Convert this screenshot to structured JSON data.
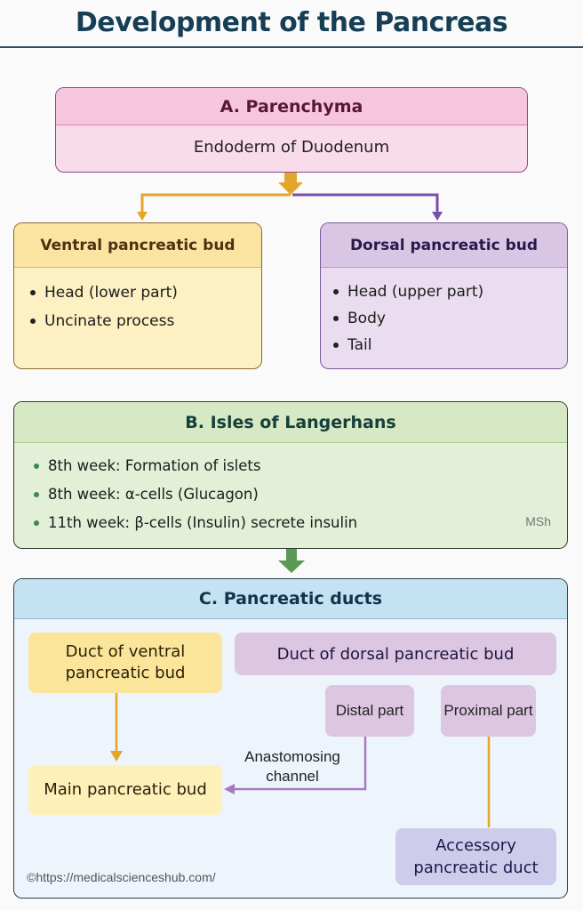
{
  "title": "Development of the Pancreas",
  "section_a": {
    "heading": "A. Parenchyma",
    "subtitle": "Endoderm of Duodenum",
    "ventral": {
      "heading": "Ventral pancreatic bud",
      "items": [
        "Head (lower part)",
        "Uncinate process"
      ]
    },
    "dorsal": {
      "heading": "Dorsal pancreatic bud",
      "items": [
        "Head (upper part)",
        "Body",
        "Tail"
      ]
    }
  },
  "section_b": {
    "heading": "B. Isles of Langerhans",
    "items": [
      "8th week: Formation of islets",
      "8th week: α-cells (Glucagon)",
      "11th week: β-cells (Insulin) secrete insulin"
    ],
    "signature": "MSh"
  },
  "section_c": {
    "heading": "C. Pancreatic ducts",
    "ventral_duct": "Duct of ventral pancreatic bud",
    "dorsal_duct": "Duct of dorsal pancreatic bud",
    "distal_part": "Distal part",
    "proximal_part": "Proximal part",
    "anastomosing_channel": "Anastomosing channel",
    "main_duct": "Main pancreatic bud",
    "accessory_duct": "Accessory pancreatic duct"
  },
  "copyright": "©https://medicalscienceshub.com/",
  "colors": {
    "ventral_arrow": "#e3a52a",
    "dorsal_arrow": "#7b4fa8",
    "b_to_c_arrow": "#5a9a55",
    "anastomosis_arrow": "#a77ac0",
    "title": "#163f55"
  }
}
